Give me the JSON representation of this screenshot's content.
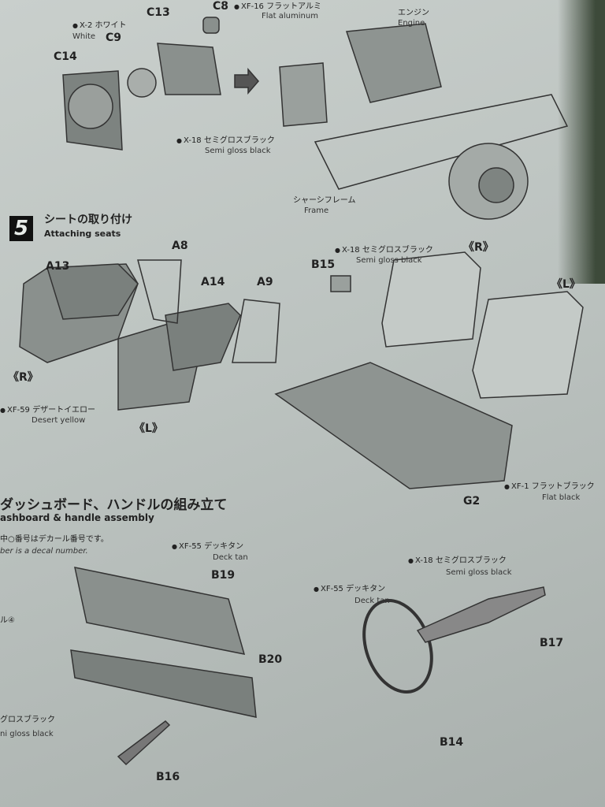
{
  "top_section": {
    "parts": [
      "C8",
      "C13",
      "C9",
      "C14"
    ],
    "paint_white": {
      "code": "X-2 ホワイト",
      "en": "White"
    },
    "paint_aluminum": {
      "code": "XF-16 フラットアルミ",
      "en": "Flat aluminum"
    },
    "paint_semigloss": {
      "code": "X-18 セミグロスブラック",
      "en": "Semi gloss black"
    },
    "engine": {
      "jp": "エンジン",
      "en": "Engine"
    },
    "frame": {
      "jp": "シャーシフレーム",
      "en": "Frame"
    }
  },
  "step5": {
    "number": "5",
    "title_jp": "シートの取り付け",
    "title_en": "Attaching seats",
    "parts": [
      "A13",
      "A8",
      "A14",
      "A9",
      "B15",
      "G2"
    ],
    "right_label": "《R》",
    "left_label": "《L》",
    "paint_desert": {
      "code": "XF-59 デザートイエロー",
      "en": "Desert yellow"
    },
    "paint_semigloss": {
      "code": "X-18 セミグロスブラック",
      "en": "Semi gloss black"
    },
    "paint_flatblack": {
      "code": "XF-1 フラットブラック",
      "en": "Flat black"
    }
  },
  "step6": {
    "title_jp": "ダッシュボード、ハンドルの組み立て",
    "title_en": "ashboard & handle assembly",
    "note_jp": "中○番号はデカール番号です。",
    "note_en": "ber is a decal number.",
    "decal_label": "ル④",
    "paint_decktan_1": {
      "code": "XF-55 デッキタン",
      "en": "Deck tan"
    },
    "paint_decktan_2": {
      "code": "XF-55 デッキタン",
      "en": "Deck tan"
    },
    "paint_semigloss_1": {
      "code": "X-18 セミグロスブラック",
      "en": "Semi gloss black"
    },
    "paint_semigloss_2": {
      "code": "グロスブラック",
      "en": "ni gloss black"
    },
    "parts": [
      "B19",
      "B20",
      "B16",
      "B17",
      "B14"
    ]
  }
}
